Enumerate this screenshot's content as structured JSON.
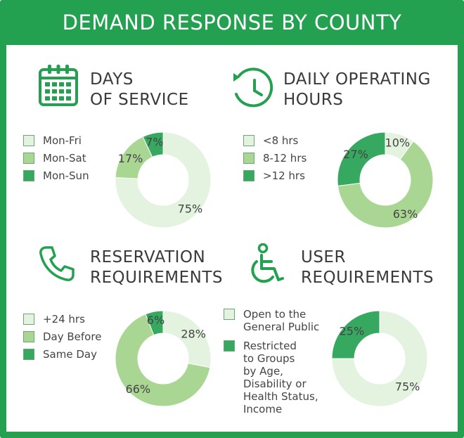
{
  "header": {
    "title": "DEMAND RESPONSE BY COUNTY"
  },
  "colors": {
    "frame": "#23a150",
    "light": "#e4f3df",
    "mid": "#a9d692",
    "dark": "#37a85f"
  },
  "panels": [
    {
      "icon": "calendar-icon",
      "heading_lines": [
        "DAYS",
        "OF SERVICE"
      ]
    },
    {
      "icon": "clock-history-icon",
      "heading_lines": [
        "DAILY OPERATING",
        "HOURS"
      ]
    },
    {
      "icon": "phone-icon",
      "heading_lines": [
        "RESERVATION",
        "REQUIREMENTS"
      ]
    },
    {
      "icon": "wheelchair-icon",
      "heading_lines": [
        "USER",
        "REQUIREMENTS"
      ]
    }
  ],
  "chart_data": [
    {
      "type": "pie",
      "categories": [
        "Mon-Fri",
        "Mon-Sat",
        "Mon-Sun"
      ],
      "values": [
        75,
        17,
        7
      ],
      "data_labels": [
        "75%",
        "17%",
        "7%"
      ],
      "legend_labels": [
        "Mon-Fri",
        "Mon-Sat",
        "Mon-Sun"
      ]
    },
    {
      "type": "pie",
      "categories": [
        "<8 hrs",
        "8-12 hrs",
        ">12 hrs"
      ],
      "values": [
        10,
        63,
        27
      ],
      "data_labels": [
        "10%",
        "63%",
        "27%"
      ],
      "legend_labels": [
        "<8 hrs",
        "8-12 hrs",
        ">12 hrs"
      ]
    },
    {
      "type": "pie",
      "categories": [
        "+24 hrs",
        "Day Before",
        "Same Day"
      ],
      "values": [
        28,
        66,
        6
      ],
      "data_labels": [
        "28%",
        "66%",
        "6%"
      ],
      "legend_labels": [
        "+24 hrs",
        "Day Before",
        "Same Day"
      ]
    },
    {
      "type": "pie",
      "categories": [
        "Open to the General Public",
        "Restricted to Groups by Age, Disability or Health Status, Income"
      ],
      "values": [
        75,
        25
      ],
      "data_labels": [
        "75%",
        "25%"
      ],
      "legend_labels": [
        "Open to the\nGeneral Public",
        "Restricted\nto Groups\nby Age,\nDisability or\nHealth Status,\nIncome"
      ]
    }
  ]
}
